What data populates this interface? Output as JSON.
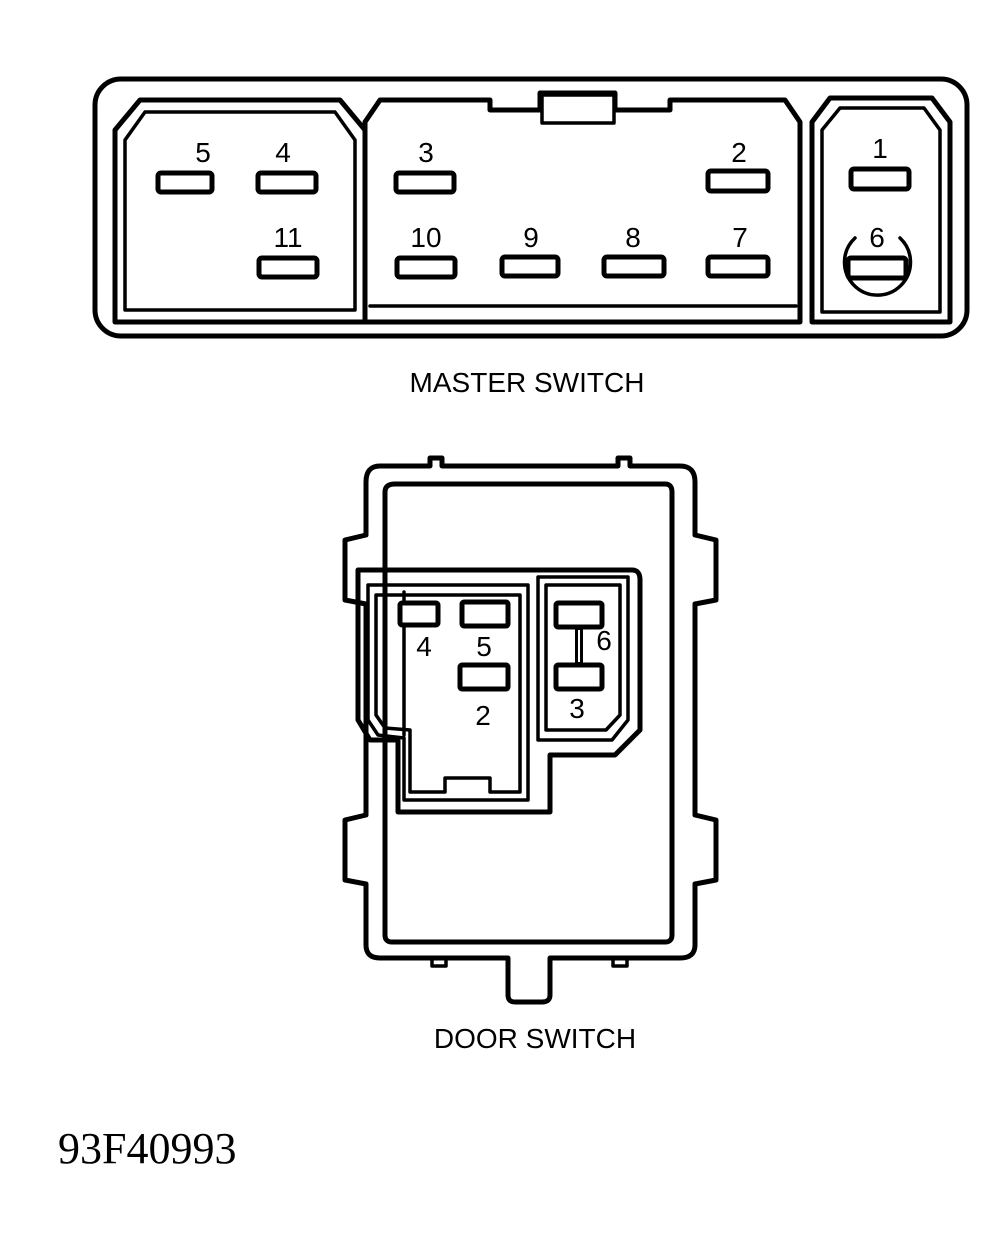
{
  "master_switch": {
    "caption": "MASTER SWITCH",
    "left_block_pins": [
      "5",
      "4",
      "11"
    ],
    "center_block_pins": [
      "3",
      "2",
      "10",
      "9",
      "8",
      "7"
    ],
    "right_block_pins": [
      "1",
      "6"
    ]
  },
  "door_switch": {
    "caption": "DOOR SWITCH",
    "left_block_pins": [
      "4",
      "5",
      "2"
    ],
    "right_block_pins": [
      "6",
      "3"
    ]
  },
  "figure_id": "93F40993",
  "colors": {
    "line": "#000000",
    "background": "#ffffff"
  }
}
